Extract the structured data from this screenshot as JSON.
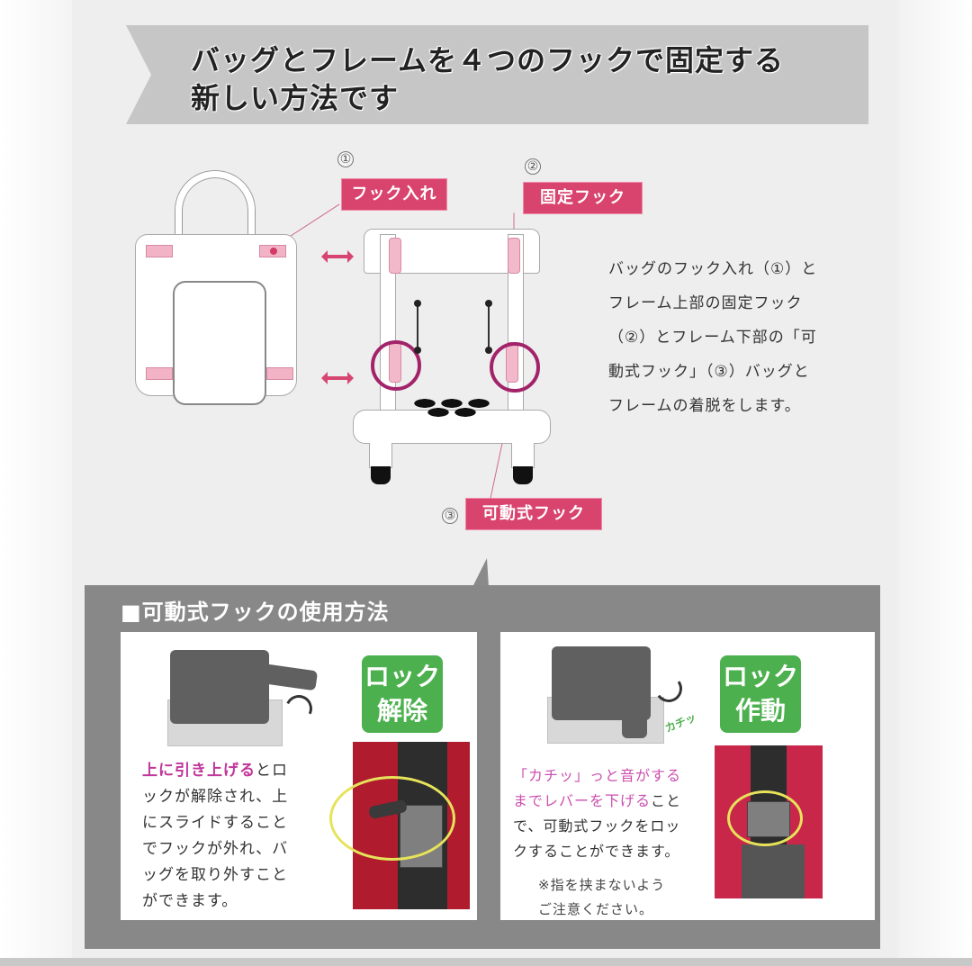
{
  "header": {
    "line1": "バッグとフレームを４つのフックで固定する",
    "line2": "新しい方法です"
  },
  "diagram": {
    "markers": [
      "①",
      "②",
      "③"
    ],
    "labels": {
      "hook_receiver": "フック入れ",
      "fixed_hook": "固定フック",
      "movable_hook": "可動式フック"
    },
    "description": [
      "バッグのフック入れ（①）と",
      "フレーム上部の固定フック",
      "（②）とフレーム下部の「可",
      "動式フック」（③）バッグと",
      "フレームの着脱をします。"
    ],
    "colors": {
      "label_pink": "#d9446e",
      "circle_purple": "#a2236a"
    }
  },
  "howto": {
    "title": "■可動式フックの使用方法",
    "unlock": {
      "badge_line1": "ロック",
      "badge_line2": "解除",
      "text_highlight": "上に引き上げる",
      "text_rest": [
        "とロ",
        "ックが解除され、上",
        "にスライドすること",
        "でフックが外れ、バ",
        "ッグを取り外すこと",
        "ができます。"
      ]
    },
    "lock": {
      "badge_line1": "ロック",
      "badge_line2": "作動",
      "sound": "カチッ",
      "text_highlight_line1": "「カチッ」っと音がする",
      "text_highlight_line2": "までレバーを下げる",
      "text_rest": [
        "こと",
        "で、可動式フックをロッ",
        "クすることができます。"
      ],
      "note_line1": "※指を挟まないよう",
      "note_line2": "ご注意ください。"
    },
    "colors": {
      "badge_green": "#4db04e",
      "highlight_magenta": "#c0359a"
    }
  }
}
